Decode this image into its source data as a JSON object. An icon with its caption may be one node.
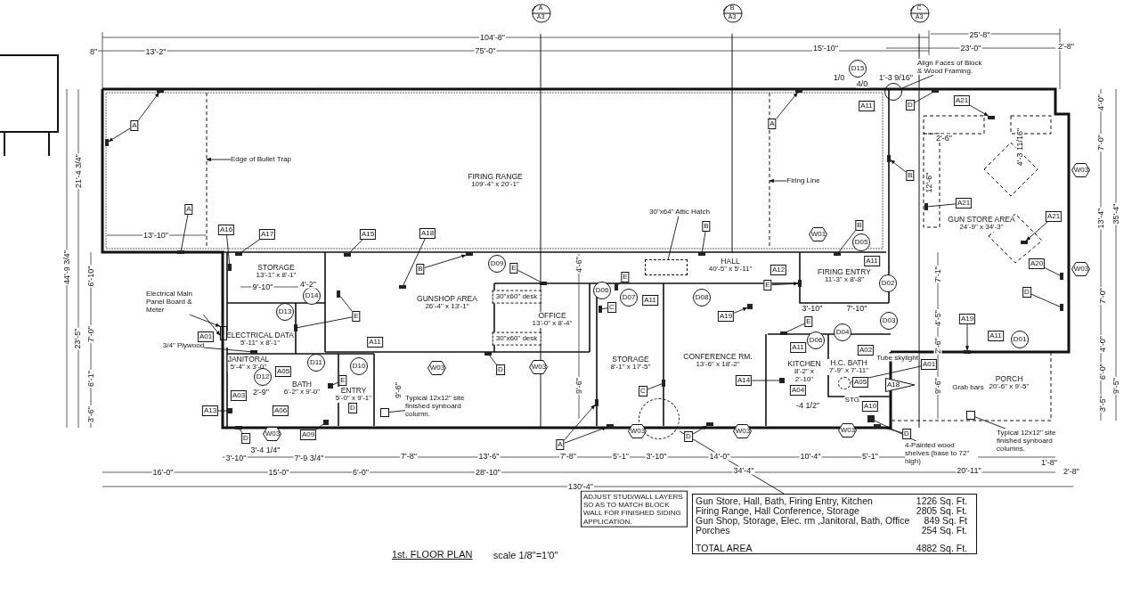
{
  "diagram": {
    "title": "1st. FLOOR PLAN",
    "nodes": [
      {
        "text": [
          "FIRING RANGE",
          "109'-4\" x 20'-1\""
        ]
      },
      {
        "text": [
          "GUNSHOP AREA",
          "26'-4\" x 13'-1\""
        ]
      },
      {
        "text": [
          "STORAGE",
          "13'-1\" x 8'-1\""
        ]
      },
      {
        "text": [
          "ELECTRICAL DATA",
          "5'-11\" x 8'-1\""
        ]
      },
      {
        "text": [
          "JANITORAL",
          "5'-4\" x 3'-0\""
        ]
      },
      {
        "text": [
          "BATH",
          "6'-2\" x 9'-0\""
        ]
      },
      {
        "text": [
          "ENTRY",
          "5'-0\" x 9'-1\""
        ]
      },
      {
        "text": [
          "OFFICE",
          "13'-0\" x 8'-4\""
        ]
      },
      {
        "text": [
          "STORAGE",
          "8'-1\" x 17'-5\""
        ]
      },
      {
        "text": [
          "CONFERENCE RM.",
          "13'-6\" x 18'-2\""
        ]
      },
      {
        "text": [
          "HALL",
          "40'-5\" x 5'-11\""
        ]
      },
      {
        "text": [
          "FIRING ENTRY",
          "11'-3\" x 8'-8\""
        ]
      },
      {
        "text": [
          "KITCHEN",
          "8'-2\" x 2'-10\""
        ]
      },
      {
        "text": [
          "H.C. BATH",
          "7'-9\" x 7'-11\""
        ]
      },
      {
        "text": [
          "GUN STORE AREA",
          "24'-9\" x 34'-3\""
        ]
      },
      {
        "text": [
          "PORCH",
          "20'-6\" x 9'-5\""
        ]
      },
      {
        "text": [
          "30\"x60\" desk"
        ]
      },
      {
        "text": [
          "30\"x60\" desk"
        ]
      },
      {
        "text": [],
        "shape": "box"
      },
      {
        "text": [],
        "shape": "circle"
      },
      {
        "text": [
          "A",
          "A3"
        ]
      },
      {
        "text": [
          "B",
          "A3"
        ]
      },
      {
        "text": [
          "C",
          "A3"
        ]
      },
      {
        "text": [
          "Edge of Bullet Trap"
        ]
      },
      {
        "text": [
          "Firing Line"
        ]
      },
      {
        "text": [
          "30\"x64\" Attic Hatch"
        ]
      },
      {
        "text": [
          "Align Faces of Block & Wood Framing."
        ]
      },
      {
        "text": [
          "Electrical Main Panel Board & Meter"
        ]
      },
      {
        "text": [
          "3/4\" Plywood"
        ]
      },
      {
        "text": [
          "Typical 12x12\" site finished synboard column."
        ]
      },
      {
        "text": [
          "Typical 12x12\" site finished synboard columns."
        ]
      },
      {
        "text": [
          "4-Painted wood shelves (base to 72\" high)"
        ]
      },
      {
        "text": [
          "ADJUST STUD/WALL LAYERS SO AS TO MATCH BLOCK WALL FOR FINISHED SIDING APPLICATION."
        ]
      },
      {
        "text": [
          "Gun Store, Hall, Bath, Firing Entry, Kitchen",
          "1226 Sq. Ft.",
          "Firing Range, Hall Conference, Storage",
          "2805 Sq. Ft.",
          "Gun Shop, Storage, Elec. rm ,Janitoral, Bath, Office",
          "849 Sq. Ft",
          "Porches",
          "254 Sq. Ft.",
          "TOTAL AREA",
          "4882 Sq. Ft."
        ]
      },
      {
        "text": [
          "A"
        ]
      },
      {
        "text": [
          "A"
        ]
      },
      {
        "text": [
          "A16"
        ]
      },
      {
        "text": [
          "A17"
        ]
      },
      {
        "text": [
          "A15"
        ]
      },
      {
        "text": [
          "A18"
        ]
      },
      {
        "text": [
          "B"
        ]
      },
      {
        "text": [
          "E"
        ]
      },
      {
        "text": [
          "B"
        ]
      },
      {
        "text": [
          "A"
        ]
      },
      {
        "text": [
          "A11"
        ]
      },
      {
        "text": [
          "D"
        ]
      },
      {
        "text": [
          "A21"
        ]
      },
      {
        "text": [
          "B"
        ]
      },
      {
        "text": [
          "A21"
        ]
      },
      {
        "text": [
          "A21"
        ]
      },
      {
        "text": [
          "A20"
        ]
      },
      {
        "text": [
          "D"
        ]
      },
      {
        "text": [
          "B"
        ]
      },
      {
        "text": [
          "A12"
        ]
      },
      {
        "text": [
          "A11"
        ]
      },
      {
        "text": [
          "E"
        ]
      },
      {
        "text": [
          "A19"
        ]
      },
      {
        "text": [
          "A19"
        ]
      },
      {
        "text": [
          "A11"
        ]
      },
      {
        "text": [
          "E"
        ]
      },
      {
        "text": [
          "A11"
        ]
      },
      {
        "text": [
          "A14"
        ]
      },
      {
        "text": [
          "A04"
        ]
      },
      {
        "text": [
          "A02"
        ]
      },
      {
        "text": [
          "A05"
        ]
      },
      {
        "text": [
          "A01"
        ],
        "beside": [
          "Tube skylight"
        ]
      },
      {
        "text": [
          "A18"
        ]
      },
      {
        "text": [
          "A10"
        ],
        "beside": [
          "STG"
        ]
      },
      {
        "text": [
          "D"
        ]
      },
      {
        "text": [
          "D"
        ]
      },
      {
        "text": [
          "A"
        ]
      },
      {
        "text": [
          "C"
        ]
      },
      {
        "text": [
          "C"
        ]
      },
      {
        "text": [
          "E"
        ]
      },
      {
        "text": [
          "A11"
        ]
      },
      {
        "text": [
          "D"
        ]
      },
      {
        "text": [
          "D"
        ]
      },
      {
        "text": [
          "A11"
        ]
      },
      {
        "text": [
          "E"
        ]
      },
      {
        "text": [
          "E"
        ]
      },
      {
        "text": [
          "A09"
        ]
      },
      {
        "text": [
          "D"
        ]
      },
      {
        "text": [
          "A13"
        ]
      },
      {
        "text": [
          "A03"
        ]
      },
      {
        "text": [
          "A06"
        ]
      },
      {
        "text": [
          "A05"
        ]
      },
      {
        "text": [
          "A01"
        ]
      },
      {
        "text": [
          "D15"
        ]
      },
      {
        "text": [
          "D14"
        ]
      },
      {
        "text": [
          "D13"
        ]
      },
      {
        "text": [
          "D11"
        ]
      },
      {
        "text": [
          "D12"
        ]
      },
      {
        "text": [
          "D10"
        ]
      },
      {
        "text": [
          "D09"
        ]
      },
      {
        "text": [
          "D06"
        ]
      },
      {
        "text": [
          "D07"
        ]
      },
      {
        "text": [
          "D08"
        ]
      },
      {
        "text": [
          "D05"
        ]
      },
      {
        "text": [
          "D02"
        ]
      },
      {
        "text": [
          "D03"
        ]
      },
      {
        "text": [
          "D04"
        ]
      },
      {
        "text": [
          "D06"
        ]
      },
      {
        "text": [
          "D01"
        ]
      },
      {
        "text": [
          "W01"
        ]
      },
      {
        "text": [],
        "shape": "circle"
      },
      {
        "text": [],
        "shape": "box"
      },
      {
        "text": [
          "W03"
        ]
      },
      {
        "text": [
          "W03"
        ]
      },
      {
        "text": [
          "W03"
        ]
      },
      {
        "text": [
          "W03"
        ]
      },
      {
        "text": [
          "W03"
        ]
      },
      {
        "text": [
          "W03"
        ]
      },
      {
        "text": [
          "W03"
        ]
      },
      {
        "text": [
          "W03"
        ]
      },
      {
        "text": [],
        "shape": "bar"
      },
      {
        "text": [],
        "shape": "box"
      },
      {
        "text": [],
        "shape": "box"
      },
      {
        "text": [],
        "shape": "bar"
      },
      {
        "text": [],
        "shape": "bar"
      },
      {
        "text": [],
        "shape": "bar"
      },
      {
        "text": [],
        "shape": "bar"
      },
      {
        "text": [],
        "shape": "bar"
      },
      {
        "text": [],
        "shape": "bar"
      },
      {
        "text": [],
        "shape": "bar"
      },
      {
        "text": [],
        "shape": "bar"
      },
      {
        "text": [],
        "shape": "bar"
      },
      {
        "text": [],
        "shape": "bar"
      },
      {
        "text": [],
        "shape": "bar"
      },
      {
        "text": [],
        "shape": "bar"
      },
      {
        "text": [],
        "shape": "bar"
      },
      {
        "text": [],
        "shape": "bar"
      },
      {
        "text": [],
        "shape": "bar"
      },
      {
        "text": [],
        "shape": "bar"
      },
      {
        "text": [],
        "shape": "bar"
      },
      {
        "text": [],
        "shape": "bar"
      },
      {
        "text": [],
        "shape": "bar"
      },
      {
        "text": [],
        "shape": "bar"
      },
      {
        "text": [],
        "shape": "bar"
      },
      {
        "text": [],
        "shape": "bar"
      },
      {
        "text": [],
        "shape": "bar"
      },
      {
        "text": [],
        "shape": "bar"
      },
      {
        "text": [],
        "shape": "bar"
      },
      {
        "text": [],
        "shape": "circle"
      },
      {
        "text": [],
        "shape": "bar"
      },
      {
        "text": [],
        "shape": "bar"
      },
      {
        "text": [],
        "shape": "bar"
      },
      {
        "text": [],
        "shape": "bar"
      },
      {
        "text": [],
        "shape": "bar"
      },
      {
        "text": [],
        "shape": "bar"
      },
      {
        "text": [],
        "shape": "bar"
      },
      {
        "text": [],
        "shape": "bar"
      },
      {
        "text": [],
        "shape": "bar"
      },
      {
        "text": [],
        "shape": "bar"
      },
      {
        "text": [],
        "shape": "bar"
      },
      {
        "text": [],
        "shape": "bar"
      },
      {
        "text": [],
        "shape": "bar"
      },
      {
        "text": [],
        "shape": "bar"
      }
    ],
    "edges": [
      {
        "from": 23,
        "to": null,
        "arrow": "to"
      },
      {
        "from": 24,
        "to": null,
        "arrow": "to"
      },
      {
        "from": 25,
        "to": 18,
        "arrow": "none"
      },
      {
        "from": 26,
        "to": 104,
        "arrow": "none"
      },
      {
        "from": 27,
        "to": 105,
        "arrow": "to"
      },
      {
        "from": 27,
        "to": 105,
        "arrow": "to"
      },
      {
        "from": 28,
        "to": 114,
        "arrow": "none"
      },
      {
        "from": 29,
        "to": 115,
        "arrow": "none"
      },
      {
        "from": 30,
        "to": 116,
        "arrow": "none"
      },
      {
        "from": 31,
        "to": 117,
        "arrow": "none"
      },
      {
        "from": 33,
        "to": 19,
        "arrow": "none"
      },
      {
        "from": 34,
        "to": 118,
        "arrow": "to"
      },
      {
        "from": 34,
        "to": 119,
        "arrow": "to"
      },
      {
        "from": 35,
        "to": 120,
        "arrow": "none"
      },
      {
        "from": 36,
        "to": 121,
        "arrow": "none"
      },
      {
        "from": 37,
        "to": 122,
        "arrow": "none"
      },
      {
        "from": 38,
        "to": 123,
        "arrow": "none"
      },
      {
        "from": 39,
        "to": 124,
        "arrow": "none"
      },
      {
        "from": 40,
        "to": 125,
        "arrow": "to"
      },
      {
        "from": 41,
        "to": 126,
        "arrow": "none"
      },
      {
        "from": 42,
        "to": 127,
        "arrow": "none"
      },
      {
        "from": 43,
        "to": 128,
        "arrow": "to"
      },
      {
        "from": 45,
        "to": 129,
        "arrow": "none"
      },
      {
        "from": 46,
        "to": 130,
        "arrow": "to"
      },
      {
        "from": 47,
        "to": 131,
        "arrow": "to"
      },
      {
        "from": 48,
        "to": 132,
        "arrow": "none"
      },
      {
        "from": 49,
        "to": 133,
        "arrow": "to"
      },
      {
        "from": 50,
        "to": 134,
        "arrow": "none"
      },
      {
        "from": 51,
        "to": 135,
        "arrow": "none"
      },
      {
        "from": 52,
        "to": 136,
        "arrow": "none"
      },
      {
        "from": 55,
        "to": 137,
        "arrow": "to"
      },
      {
        "from": 56,
        "to": 138,
        "arrow": "to"
      },
      {
        "from": 57,
        "to": 139,
        "arrow": "to"
      },
      {
        "from": 59,
        "to": 140,
        "arrow": "none"
      },
      {
        "from": 61,
        "to": 141,
        "arrow": "none"
      },
      {
        "from": 65,
        "to": 142,
        "arrow": "none"
      },
      {
        "from": 68,
        "to": 143,
        "arrow": "none"
      },
      {
        "from": 69,
        "to": 144,
        "arrow": "to"
      },
      {
        "from": 70,
        "to": 145,
        "arrow": "to"
      },
      {
        "from": 70,
        "to": 146,
        "arrow": "to"
      },
      {
        "from": 71,
        "to": 147,
        "arrow": "none"
      },
      {
        "from": 72,
        "to": 148,
        "arrow": "none"
      },
      {
        "from": 73,
        "to": 149,
        "arrow": "none"
      },
      {
        "from": 75,
        "to": 150,
        "arrow": "none"
      },
      {
        "from": 78,
        "to": 151,
        "arrow": "none"
      },
      {
        "from": 78,
        "to": 152,
        "arrow": "none"
      },
      {
        "from": 79,
        "to": 153,
        "arrow": "none"
      },
      {
        "from": 80,
        "to": 154,
        "arrow": "none"
      },
      {
        "from": 81,
        "to": 155,
        "arrow": "none"
      },
      {
        "from": 82,
        "to": 156,
        "arrow": "none"
      }
    ],
    "labels": [
      "104'-8\"",
      "25'-8\"",
      "8\"",
      "13'-2\"",
      "75'-0\"",
      "15'-10\"",
      "23'-0\"",
      "2'-8\"",
      "1/0",
      "4/0",
      "1'-3 9/16\"",
      "4'-0\"",
      "2'-6\"",
      "4'-3 11/16\"",
      "7'-0\"",
      "21'-4 3/4\"",
      "12'-6\"",
      "13'-4\"",
      "35'-4\"",
      "13'-10\"",
      "44'-9 3/4\"",
      "6'-10\"",
      "4'-6\"",
      "7'-1\"",
      "9'-10\"",
      "4'-2\"",
      "7'-0\"",
      "3'-10\"",
      "7'-10\"",
      "4'-5\"",
      "23'-5\"",
      "7'-0\"",
      "2'-6\"",
      "4'-0\"",
      "6'-1\"",
      "6'-0\"",
      "2'-9\"",
      "9'-6\"",
      "9'-6\"",
      "9'-6\"",
      "Grab bars",
      "9'-5\"",
      "3'-5\"",
      "-4 1/2\"",
      "3'-6\"",
      "3'-4 1/4\"",
      "3'-10\"",
      "7'-9 3/4\"",
      "7'-8\"",
      "13'-6\"",
      "7'-8\"",
      "5'-1\"",
      "3'-10\"",
      "14'-0\"",
      "10'-4\"",
      "5'-1\"",
      "1'-8\"",
      "16'-0\"",
      "15'-0\"",
      "6'-0\"",
      "28'-10\"",
      "34'-4\"",
      "20'-11\"",
      "2'-8\"",
      "130'-4\"",
      "scale 1/8\"=1'0\""
    ]
  }
}
